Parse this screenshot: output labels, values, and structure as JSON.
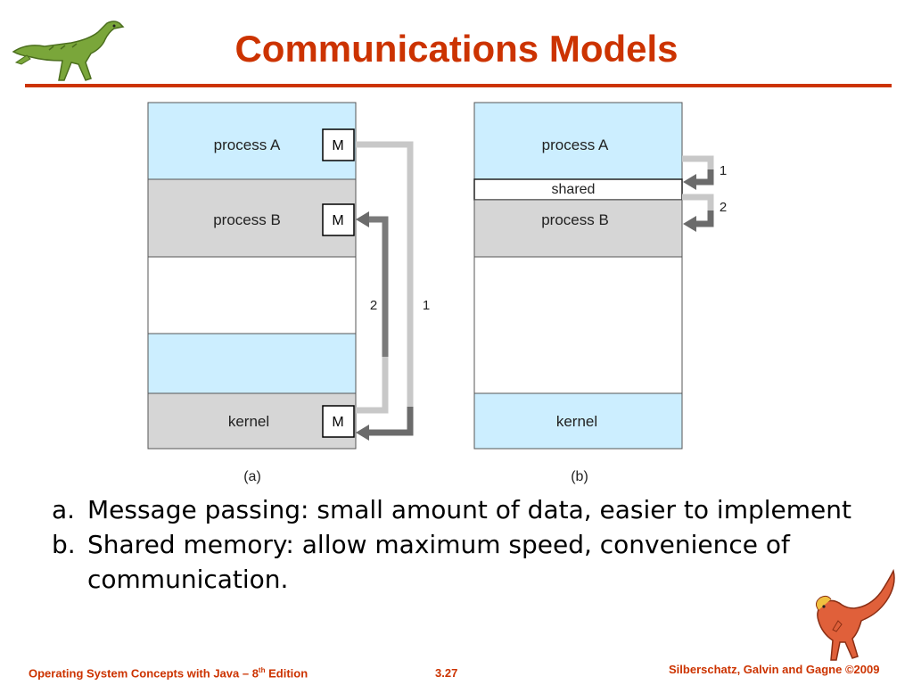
{
  "slide": {
    "title": "Communications Models"
  },
  "diagram_a": {
    "caption": "(a)",
    "regions": {
      "process_a": "process A",
      "process_b": "process B",
      "kernel": "kernel"
    },
    "message_box": "M",
    "arrow_1": "1",
    "arrow_2": "2"
  },
  "diagram_b": {
    "caption": "(b)",
    "regions": {
      "process_a": "process A",
      "shared": "shared",
      "process_b": "process B",
      "kernel": "kernel"
    },
    "arrow_1": "1",
    "arrow_2": "2"
  },
  "bullets": [
    {
      "marker": "a.",
      "text": "Message passing: small amount of data, easier to implement"
    },
    {
      "marker": "b.",
      "text": "Shared memory: allow maximum speed, convenience of communication."
    }
  ],
  "footer": {
    "left_prefix": "Operating System Concepts  with Java – 8",
    "left_sup": "th",
    "left_suffix": " Edition",
    "center": "3.27",
    "right": "Silberschatz, Galvin and Gagne ©2009"
  },
  "colors": {
    "accent": "#cc3300",
    "process_blue": "#cceeff",
    "gray_region": "#d6d6d6",
    "arrow_light": "#c8c8c8",
    "arrow_dark": "#6b6b6b"
  }
}
